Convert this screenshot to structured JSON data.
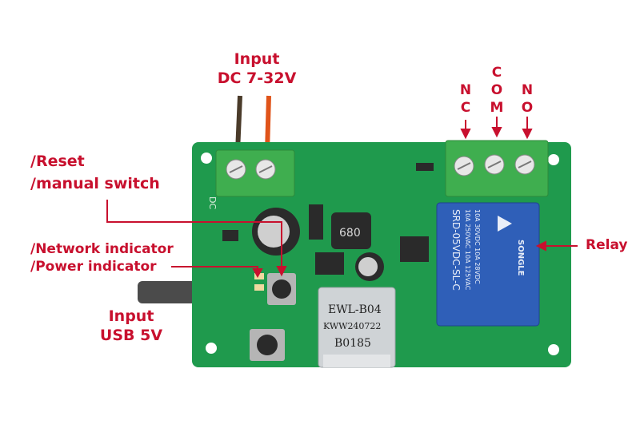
{
  "labels": {
    "input_dc_line1": "Input",
    "input_dc_line2": "DC 7-32V",
    "reset": "/Reset",
    "manual_switch": "/manual switch",
    "network_indicator": "/Network indicator",
    "power_indicator": "/Power indicator",
    "input_usb_line1": "Input",
    "input_usb_line2": "USB 5V",
    "relay": "Relay",
    "nc": "N C",
    "com": "C O M",
    "no": "N O"
  },
  "board_print": {
    "dc": "DC",
    "inductor": "680",
    "module_line1": "EWL-B04",
    "module_line2": "KWW240722",
    "module_line3": "B0185",
    "relay_model": "SRD-05VDC-SL-C",
    "relay_rating1": "10A 250VAC  10A 125VAC",
    "relay_rating2": "10A 30VDC  10A 28VDC",
    "relay_brand": "SONGLE"
  },
  "colors": {
    "accent": "#c8102e",
    "pcb": "#1f9a4d",
    "terminal": "#3fae4f",
    "relay": "#2f5fb8"
  }
}
